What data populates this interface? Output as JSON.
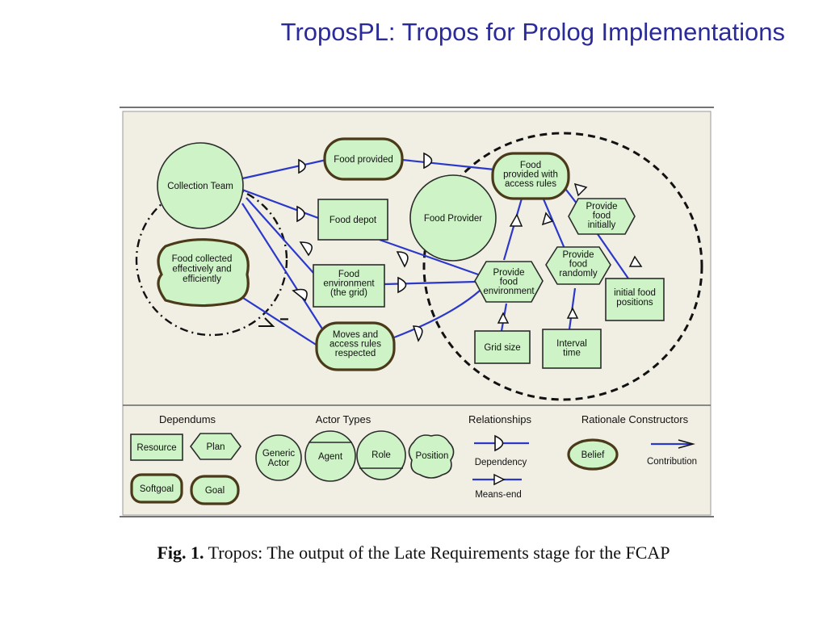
{
  "slide_title": "TroposPL: Tropos for Prolog Implementations",
  "caption": {
    "label": "Fig. 1.",
    "text": " Tropos: The output of the Late Requirements stage for the FCAP"
  },
  "colors": {
    "title": "#2a2a9a",
    "node_fill": "#cdf3c6",
    "link": "#2b38c9",
    "panel_bg": "#f1efe4"
  },
  "diagram": {
    "nodes": {
      "collection_team": [
        "Collection Team"
      ],
      "food_collected": [
        "Food collected",
        "effectively and",
        "efficiently"
      ],
      "food_provided": [
        "Food provided"
      ],
      "food_depot": [
        "Food depot"
      ],
      "food_environment_grid": [
        "Food",
        "environment",
        "(the grid)"
      ],
      "moves_rules": [
        "Moves and",
        "access rules",
        "respected"
      ],
      "food_provider": [
        "Food Provider"
      ],
      "food_access_rules": [
        "Food",
        "provided with",
        "access rules"
      ],
      "provide_initially": [
        "Provide",
        "food",
        "initially"
      ],
      "provide_randomly": [
        "Provide",
        "food",
        "randomly"
      ],
      "provide_environment": [
        "Provide",
        "food",
        "environment"
      ],
      "initial_positions": [
        "initial food",
        "positions"
      ],
      "grid_size": [
        "Grid size"
      ],
      "interval_time": [
        "Interval",
        "time"
      ]
    },
    "contribution_mark": "−"
  },
  "legend": {
    "dependums": {
      "title": "Dependums",
      "items": [
        "Resource",
        "Plan",
        "Softgoal",
        "Goal"
      ]
    },
    "actor_types": {
      "title": "Actor Types",
      "items": [
        [
          "Generic",
          "Actor"
        ],
        [
          "Agent"
        ],
        [
          "Role"
        ],
        [
          "Position"
        ]
      ]
    },
    "relationships": {
      "title": "Relationships",
      "items": [
        "Dependency",
        "Means-end"
      ]
    },
    "rationale": {
      "title": "Rationale Constructors",
      "items": [
        "Belief",
        "Contribution"
      ]
    }
  }
}
